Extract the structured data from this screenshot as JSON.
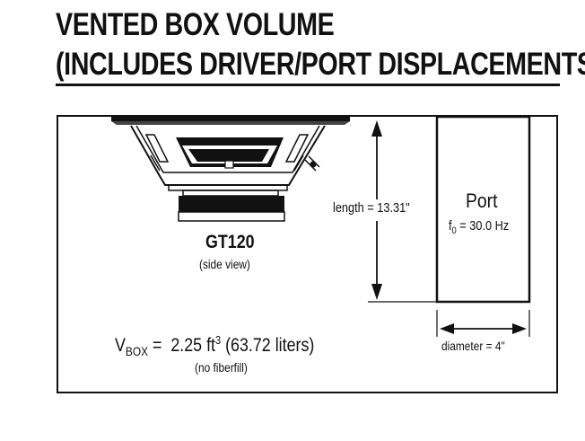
{
  "title_line1": "VENTED BOX VOLUME",
  "title_line2": "(INCLUDES DRIVER/PORT DISPLACEMENTS)",
  "driver": {
    "model": "GT120",
    "view": "(side view)"
  },
  "length_label": "length = 13.31\"",
  "port": {
    "label": "Port",
    "tuning_prefix": "f",
    "tuning_subscript": "0",
    "tuning_value": "= 30.0 Hz"
  },
  "diameter_label": "diameter = 4\"",
  "volume": {
    "symbol": "V",
    "symbol_subscript": "BOX",
    "equals": "=",
    "value": "2.25 ft",
    "superscript": "3",
    "liters": "(63.72 liters)",
    "note": "(no fiberfill)"
  }
}
